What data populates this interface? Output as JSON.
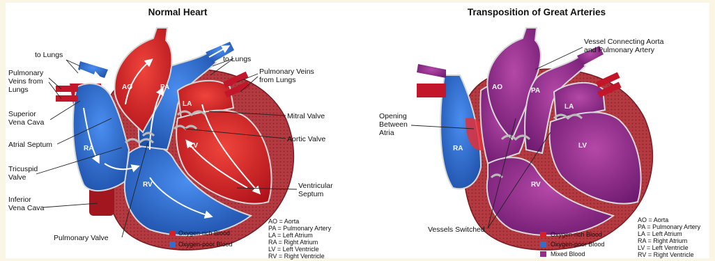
{
  "colors": {
    "oxygen_rich": "#d81f26",
    "oxygen_poor": "#2f6fd0",
    "mixed": "#9a2a8e",
    "muscle": "#a8303a"
  },
  "normal": {
    "title": "Normal Heart",
    "labels": {
      "to_lungs_left": "to Lungs",
      "pulm_veins_left_1": "Pulmonary",
      "pulm_veins_left_2": "Veins from",
      "pulm_veins_left_3": "Lungs",
      "svc_1": "Superior",
      "svc_2": "Vena Cava",
      "atrial_septum": "Atrial Septum",
      "tricuspid_1": "Tricuspid",
      "tricuspid_2": "Valve",
      "ivc_1": "Inferior",
      "ivc_2": "Vena Cava",
      "pulmonary_valve": "Pulmonary Valve",
      "to_lungs_right": "to Lungs",
      "pulm_veins_right_1": "Pulmonary Veins",
      "pulm_veins_right_2": "from Lungs",
      "mitral_valve": "Mitral Valve",
      "aortic_valve": "Aortic Valve",
      "vent_septum_1": "Ventricular",
      "vent_septum_2": "Septum"
    },
    "chambers": {
      "ao": "AO",
      "pa": "PA",
      "la": "LA",
      "ra": "RA",
      "lv": "LV",
      "rv": "RV"
    },
    "legend": [
      {
        "label": "Oxygen-rich Blood",
        "color": "#d81f26"
      },
      {
        "label": "Oxygen-poor Blood",
        "color": "#2f6fd0"
      }
    ],
    "abbreviations": [
      "AO = Aorta",
      "PA = Pulmonary Artery",
      "LA = Left Atrium",
      "RA = Right Atrium",
      "LV = Left Ventricle",
      "RV = Right Ventricle"
    ]
  },
  "tga": {
    "title": "Transposition of Great Arteries",
    "labels": {
      "vessel_connecting_1": "Vessel Connecting Aorta",
      "vessel_connecting_2": "and Pulmonary Artery",
      "opening_1": "Opening",
      "opening_2": "Between",
      "opening_3": "Atria",
      "vessels_switched": "Vessels Switched"
    },
    "chambers": {
      "ao": "AO",
      "pa": "PA",
      "la": "LA",
      "ra": "RA",
      "lv": "LV",
      "rv": "RV"
    },
    "legend": [
      {
        "label": "Oxygen-rich Blood",
        "color": "#d81f26"
      },
      {
        "label": "Oxygen-poor Blood",
        "color": "#2f6fd0"
      },
      {
        "label": "Mixed Blood",
        "color": "#9a2a8e"
      }
    ],
    "abbreviations": [
      "AO = Aorta",
      "PA = Pulmonary Artery",
      "LA = Left Atrium",
      "RA = Right Atrium",
      "LV = Left Ventricle",
      "RV = Right Ventricle"
    ]
  }
}
